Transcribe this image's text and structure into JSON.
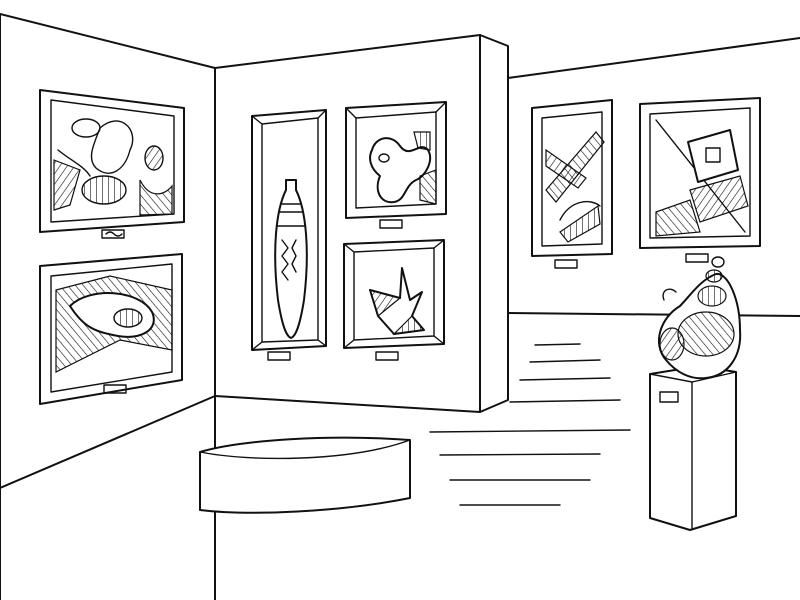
{
  "scene": {
    "description_colors": {
      "ink": "#111111",
      "paper": "#ffffff"
    },
    "objects": [
      "painting-abstract-blobs",
      "painting-abstract-eye",
      "vase-in-niche",
      "painting-abstract-shape",
      "paper-sculpture-in-niche",
      "painting-geometric-diagonal",
      "painting-geometric-squares",
      "bench",
      "spiral-sculpture-on-pedestal"
    ]
  }
}
